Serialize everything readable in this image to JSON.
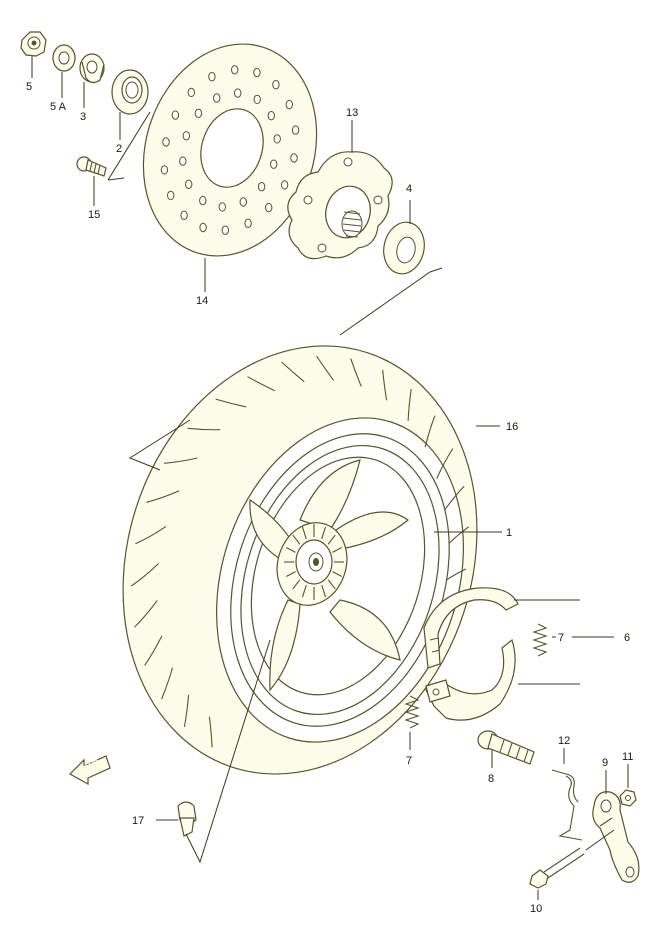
{
  "callouts": {
    "c1": "1",
    "c2": "2",
    "c3": "3",
    "c4": "4",
    "c5": "5",
    "c5a": "5 A",
    "c6": "6",
    "c7a": "7",
    "c7b": "7",
    "c8": "8",
    "c9": "9",
    "c10": "10",
    "c11": "11",
    "c12": "12",
    "c13": "13",
    "c14": "14",
    "c15": "15",
    "c16": "16",
    "c17": "17"
  },
  "fwd_label": "FWD",
  "colors": {
    "line": "#55552a",
    "fill": "#fdfdec",
    "text": "#1a1a0a"
  }
}
